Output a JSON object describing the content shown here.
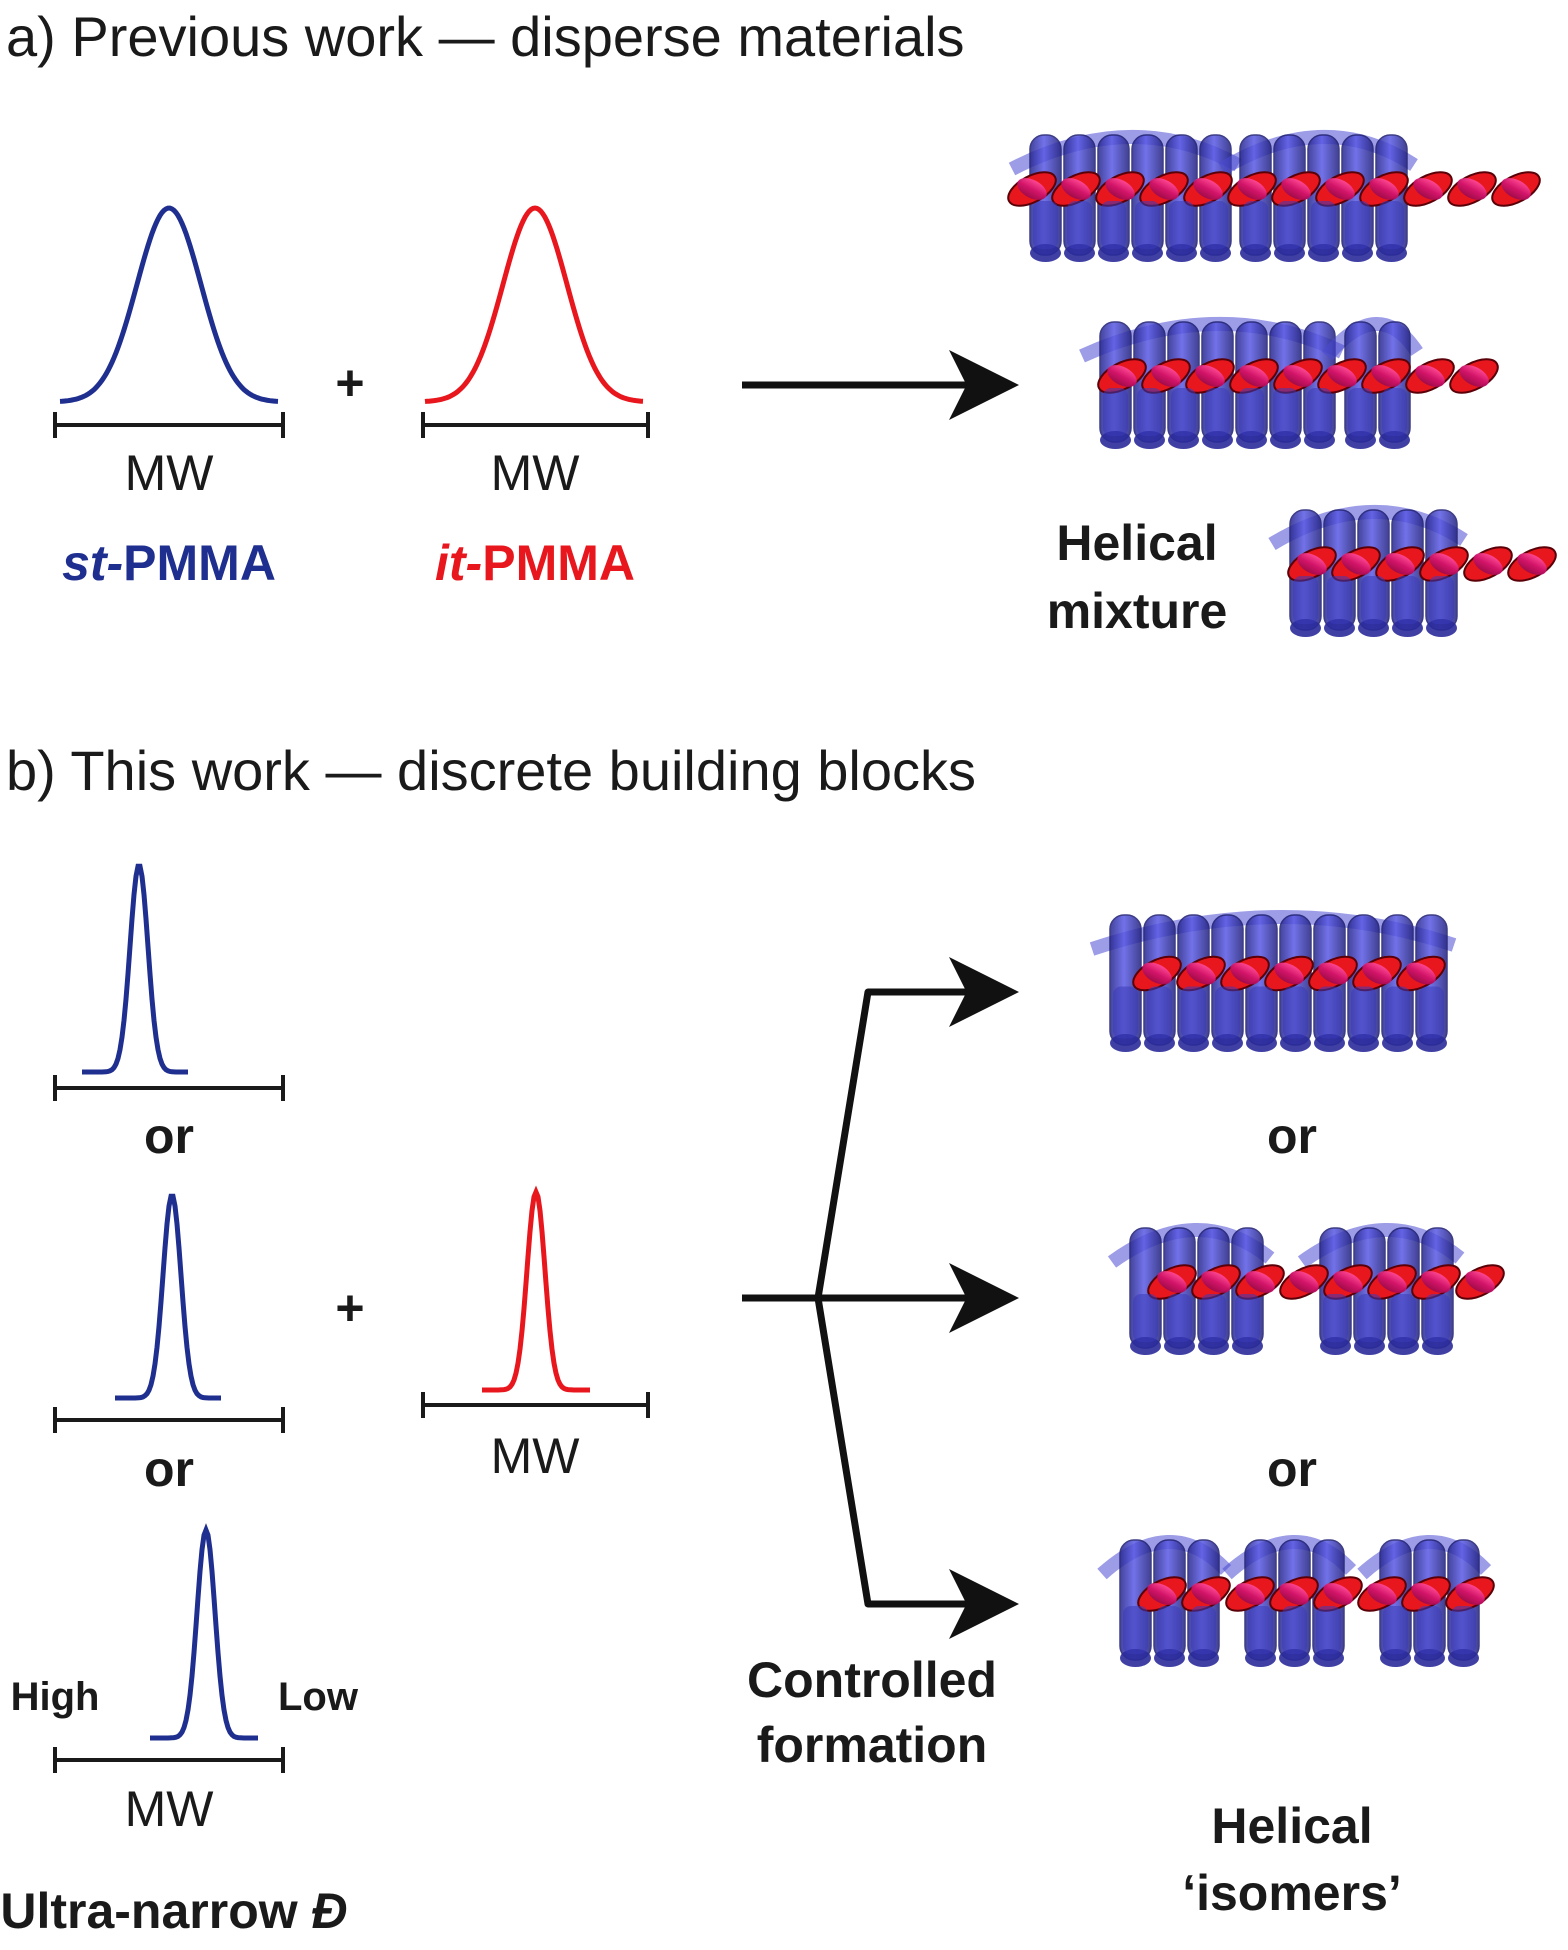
{
  "panel_a": {
    "heading": "a) Previous work — disperse materials",
    "plus": "+",
    "st": {
      "prefix": "st-",
      "name": "PMMA",
      "axis": "MW",
      "color": "#1f2f8f"
    },
    "it": {
      "prefix": "it-",
      "name": "PMMA",
      "axis": "MW",
      "color": "#e8171e"
    },
    "result_label_line1": "Helical",
    "result_label_line2": "mixture"
  },
  "panel_b": {
    "heading": "b) This work — discrete building blocks",
    "or_labels": [
      "or",
      "or"
    ],
    "plus": "+",
    "it_axis": "MW",
    "high": "High",
    "low": "Low",
    "st_axis": "MW",
    "dispersity_prefix": "Ultra-narrow ",
    "dispersity_symbol": "Đ",
    "controlled_line1": "Controlled",
    "controlled_line2": "formation",
    "right_or_labels": [
      "or",
      "or"
    ],
    "isomers_line1": "Helical",
    "isomers_line2": "‘isomers’"
  },
  "colors": {
    "st_blue": "#1f2f8f",
    "it_red": "#e8171e",
    "helix_outer": "#3c3cc8",
    "helix_inner": "#e0157a",
    "text": "#1a1a1a",
    "arrow": "#111111"
  },
  "icons": {
    "arrow": "right-arrow-icon",
    "helix": "double-helix-icon"
  }
}
